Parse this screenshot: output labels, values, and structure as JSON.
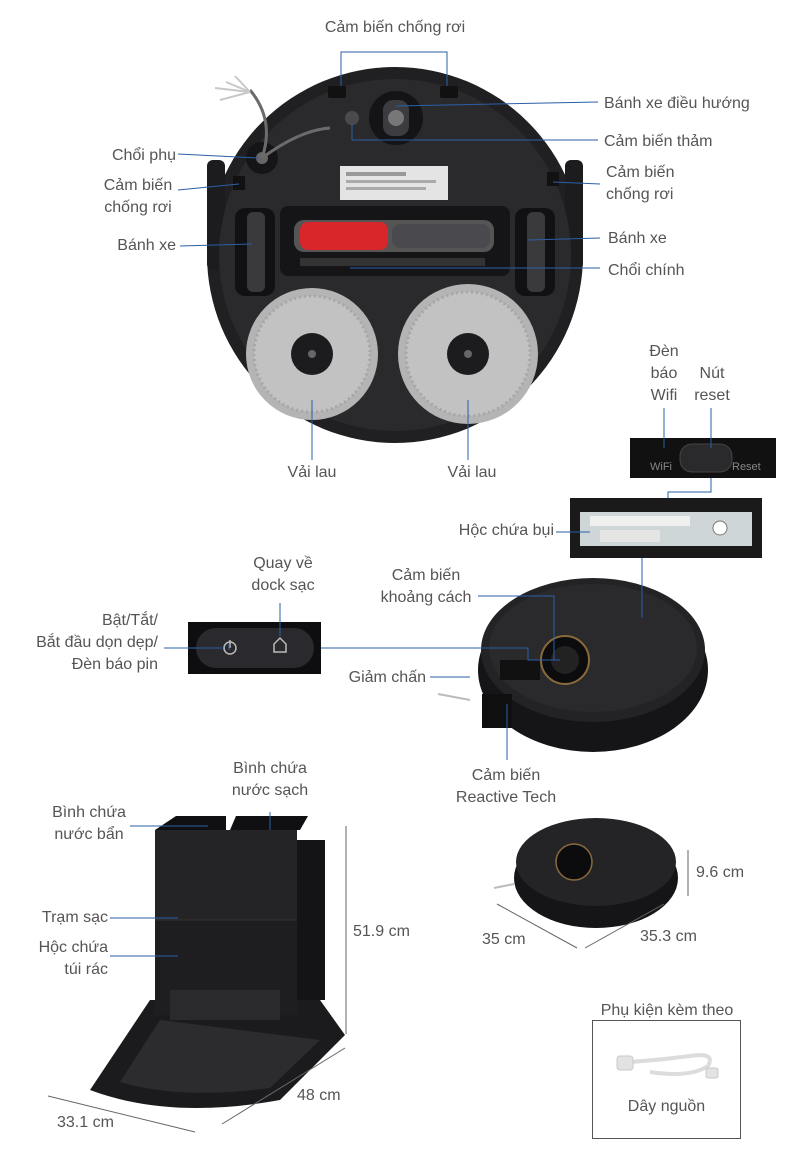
{
  "colors": {
    "callout_line": "#2a5fa8",
    "label_text": "#555555",
    "device_body": "#1b1b1d",
    "mop_pad": "#b4b4b4",
    "main_brush_accent": "#d8262a"
  },
  "bottom_view": {
    "cliff_sensor_top": "Cảm biến chống rơi",
    "omni_wheel": "Bánh xe điều hướng",
    "carpet_sensor": "Cảm biến thảm",
    "side_brush": "Chổi phụ",
    "cliff_sensor_left_1": "Cảm biến",
    "cliff_sensor_left_2": "chống rơi",
    "cliff_sensor_right_1": "Cảm biến",
    "cliff_sensor_right_2": "chống rơi",
    "wheel_left": "Bánh xe",
    "wheel_right": "Bánh xe",
    "main_brush": "Chổi chính",
    "mop_left": "Vải lau",
    "mop_right": "Vải lau"
  },
  "top_view": {
    "wifi_led_1": "Đèn",
    "wifi_led_2": "báo",
    "wifi_led_3": "Wifi",
    "reset_1": "Nút",
    "reset_2": "reset",
    "panel_wifi_text": "WiFi",
    "panel_reset_text": "Reset",
    "dustbin": "Hộc chứa bụi",
    "dock_return_1": "Quay về",
    "dock_return_2": "dock sạc",
    "power_1": "Bật/Tắt/",
    "power_2": "Bắt đầu dọn dẹp/",
    "power_3": "Đèn báo pin",
    "distance_sensor_1": "Cảm biến",
    "distance_sensor_2": "khoảng cách",
    "bumper": "Giảm chấn",
    "reactive_1": "Cảm biến",
    "reactive_2": "Reactive Tech"
  },
  "dock": {
    "clean_tank_1": "Bình chứa",
    "clean_tank_2": "nước sạch",
    "dirty_tank_1": "Bình chứa",
    "dirty_tank_2": "nước bẩn",
    "charging_station": "Trạm sạc",
    "bag_1": "Hộc chứa",
    "bag_2": "túi rác",
    "height": "51.9 cm",
    "depth": "48 cm",
    "width": "33.1 cm"
  },
  "robot_dims": {
    "height": "9.6 cm",
    "width": "35 cm",
    "depth": "35.3 cm"
  },
  "accessories": {
    "title": "Phụ kiện kèm theo",
    "power_cord": "Dây nguồn"
  }
}
